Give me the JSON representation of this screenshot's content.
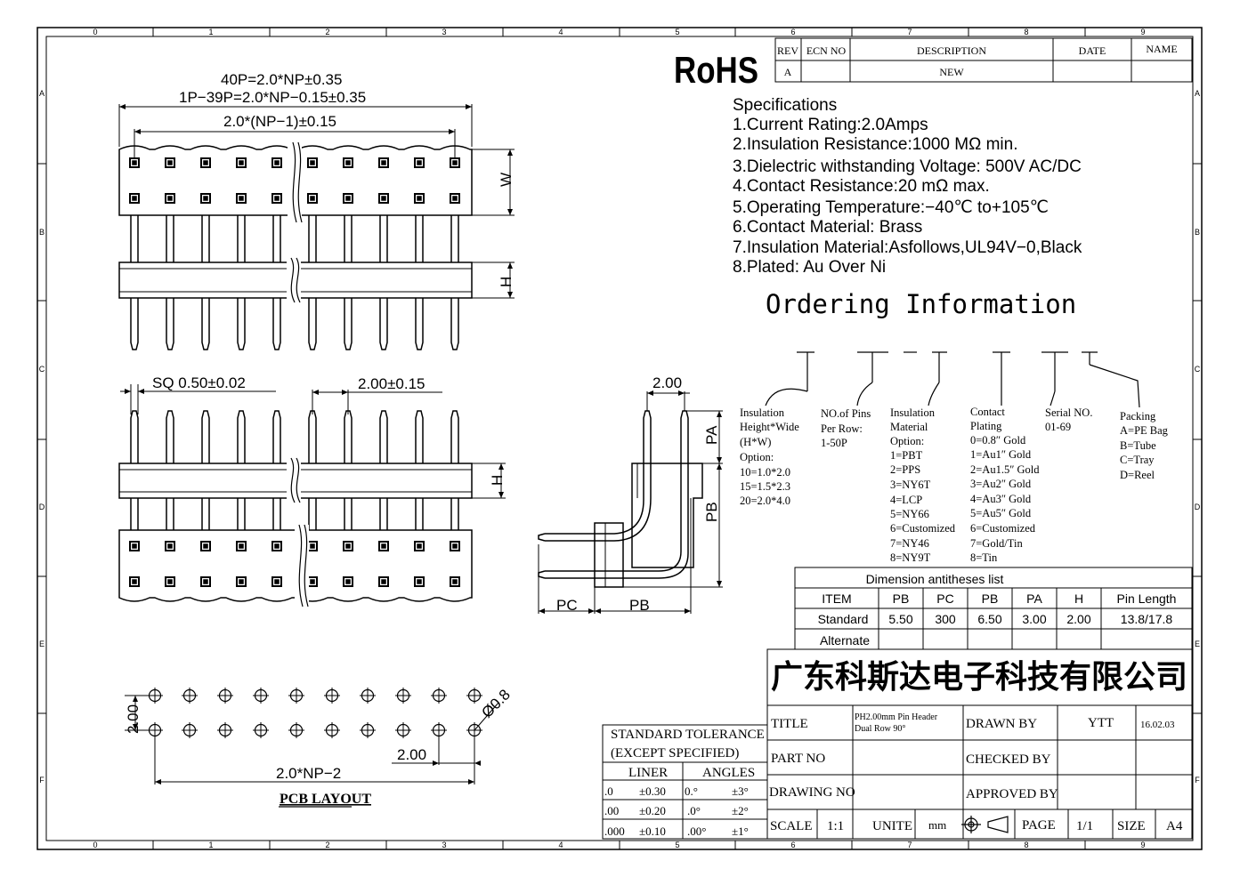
{
  "border": {
    "top_numbers": [
      "0",
      "1",
      "2",
      "3",
      "4",
      "5",
      "6",
      "7",
      "8",
      "9"
    ],
    "side_letters": [
      "A",
      "B",
      "C",
      "D",
      "E",
      "F"
    ]
  },
  "revision_block": {
    "headers": [
      "REV",
      "ECN NO",
      "DESCRIPTION",
      "DATE",
      "NAME"
    ],
    "row": [
      "A",
      "",
      "NEW",
      "",
      ""
    ]
  },
  "rohs": "RoHS",
  "specifications": {
    "title": "Specifications",
    "items": [
      "1.Current  Rating:2.0Amps",
      "2.Insulation  Resistance:1000  MΩ  min.",
      "3.Dielectric  withstanding  Voltage:    500V AC/DC",
      "4.Contact  Resistance:20  mΩ  max.",
      "5.Operating  Temperature:−40℃  to+105℃",
      "6.Contact  Material:  Brass",
      "7.Insulation  Material:Asfollows,UL94V−0,Black",
      "8.Plated:  Au  Over  Ni"
    ]
  },
  "ordering": {
    "title": "Ordering  Information",
    "columns": [
      {
        "lines": [
          "Insulation",
          "Height*Wide",
          "(H*W)",
          "Option:",
          "10=1.0*2.0",
          "15=1.5*2.3",
          "20=2.0*4.0"
        ]
      },
      {
        "lines": [
          "NO.of Pins",
          "Per Row:",
          "1-50P"
        ]
      },
      {
        "lines": [
          "Insulation",
          "Material",
          "Option:",
          "1=PBT",
          "2=PPS",
          "3=NY6T",
          "4=LCP",
          "5=NY66",
          "6=Customized",
          "7=NY46",
          "8=NY9T"
        ]
      },
      {
        "lines": [
          "Contact",
          "Plating",
          "0=0.8″ Gold",
          "1=Au1″ Gold",
          "2=Au1.5″ Gold",
          "3=Au2″ Gold",
          "4=Au3″ Gold",
          "5=Au5″ Gold",
          "6=Customized",
          "7=Gold/Tin",
          "8=Tin"
        ]
      },
      {
        "lines": [
          "Serial NO.",
          "01-69"
        ]
      },
      {
        "lines": [
          "Packing",
          "A=PE Bag",
          "B=Tube",
          "C=Tray",
          "D=Reel"
        ]
      }
    ]
  },
  "dimension_table": {
    "title": "Dimension antitheses list",
    "headers": [
      "ITEM",
      "PB",
      "PC",
      "PB",
      "PA",
      "H",
      "Pin Length"
    ],
    "rows": [
      [
        "Standard",
        "5.50",
        "300",
        "6.50",
        "3.00",
        "2.00",
        "13.8/17.8"
      ],
      [
        "Alternate",
        "",
        "",
        "",
        "",
        "",
        ""
      ]
    ]
  },
  "dimensions": {
    "overall": "40P=2.0*NP±0.35",
    "overall_alt": "1P−39P=2.0*NP−0.15±0.35",
    "pitch_span": "2.0*(NP−1)±0.15",
    "w": "W",
    "h_top": "H",
    "sq": "SQ  0.50±0.02",
    "pitch": "2.00±0.15",
    "h_bottom": "H",
    "side_pitch": "2.00",
    "pa": "PA",
    "pb_v": "PB",
    "pc": "PC",
    "pb_h": "PB"
  },
  "pcb": {
    "row_pitch": "2.00",
    "hole": "Ø0.8",
    "pitch": "2.00",
    "span": "2.0*NP−2",
    "caption": "PCB LAYOUT"
  },
  "company": "广东科斯达电子科技有限公司",
  "title_block": {
    "title_label": "TITLE",
    "title_value_1": "PH2.00mm Pin Header",
    "title_value_2": "Dual Row 90°",
    "drawn_by_label": "DRAWN BY",
    "drawn_by_value": "YTT",
    "date_value": "16.02.03",
    "part_no_label": "PART NO",
    "checked_by_label": "CHECKED BY",
    "drawing_no_label": "DRAWING NO",
    "approved_by_label": "APPROVED BY",
    "scale_label": "SCALE",
    "scale_value": "1:1",
    "unite_label": "UNITE",
    "unite_value": "mm",
    "page_label": "PAGE",
    "page_value": "1/1",
    "size_label": "SIZE",
    "size_value": "A4"
  },
  "tolerance": {
    "title_1": "STANDARD  TOLERANCE",
    "title_2": "(EXCEPT   SPECIFIED)",
    "liner": "LINER",
    "angles": "ANGLES",
    "rows": [
      [
        ".0",
        "±0.30",
        "0.°",
        "±3°"
      ],
      [
        ".00",
        "±0.20",
        ".0°",
        "±2°"
      ],
      [
        ".000",
        "±0.10",
        ".00°",
        "±1°"
      ]
    ]
  }
}
